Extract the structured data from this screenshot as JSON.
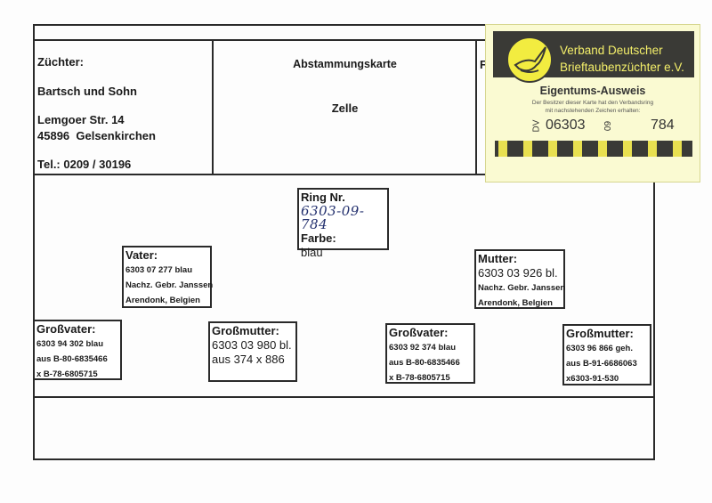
{
  "breeder": {
    "label": "Züchter:",
    "name": "Bartsch und Sohn",
    "street": "Lemgoer Str. 14",
    "city": "45896  Gelsenkirchen",
    "phone": "Tel.: 0209 / 30196"
  },
  "card": {
    "title": "Abstammungskarte",
    "cell": "Zelle",
    "right_label_partial": "F"
  },
  "ring": {
    "label": "Ring Nr.",
    "number_handwritten": "6303-09-784",
    "color_label": "Farbe:",
    "color": "blau"
  },
  "father": {
    "label": "Vater:",
    "lines": [
      "6303 07 277 blau",
      "Nachz. Gebr. Janssen",
      "Arendonk, Belgien"
    ]
  },
  "mother": {
    "label": "Mutter:",
    "lines": [
      "6303 03 926 bl.",
      "Nachz. Gebr. Janssen",
      "Arendonk, Belgien"
    ]
  },
  "grandfather_paternal": {
    "label": "Großvater:",
    "lines": [
      "6303 94 302 blau",
      "aus B-80-6835466",
      "x B-78-6805715"
    ]
  },
  "grandmother_paternal": {
    "label": "Großmutter:",
    "lines": [
      "6303 03 980 bl.",
      "aus 374 x 886"
    ]
  },
  "grandfather_maternal": {
    "label": "Großvater:",
    "lines": [
      "6303 92 374 blau",
      "aus B-80-6835466",
      "x B-78-6805715"
    ]
  },
  "grandmother_maternal": {
    "label": "Großmutter:",
    "lines": [
      "6303 96 866 geh.",
      "aus B-91-6686063",
      "x6303-91-530"
    ]
  },
  "sticker": {
    "org_line1": "Verband Deutscher",
    "org_line2": "Brieftaubenzüchter e.V.",
    "heading": "Eigentums-Ausweis",
    "text_line1": "Der Besitzer dieser Karte hat den Verbandsring",
    "text_line2": "mit nachstehenden Zeichen erhalten:",
    "prefix": "DV",
    "club": "06303",
    "year": "09",
    "number": "784",
    "colors": {
      "yellow": "#f2ec40",
      "dark": "#3a3a36",
      "paper": "#fafad2"
    }
  }
}
